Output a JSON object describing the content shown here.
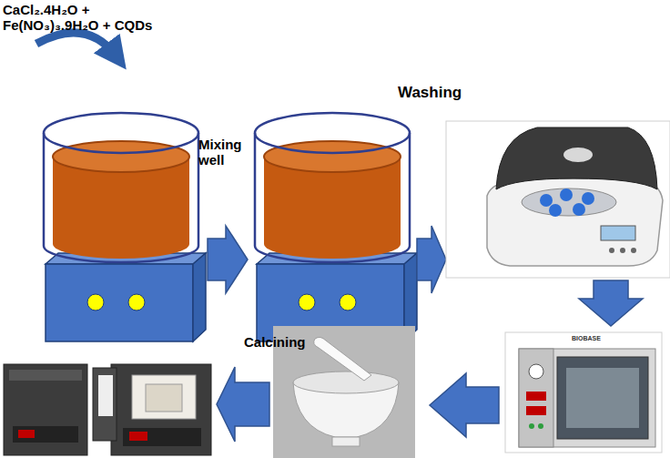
{
  "diagram": {
    "labels": [
      "CaCl₂.4H₂O + Fe(NO₃)₃.9H₂O + CQDs",
      "Mixing well",
      "Washing",
      "Calcining",
      "BIOBASE"
    ]
  }
}
